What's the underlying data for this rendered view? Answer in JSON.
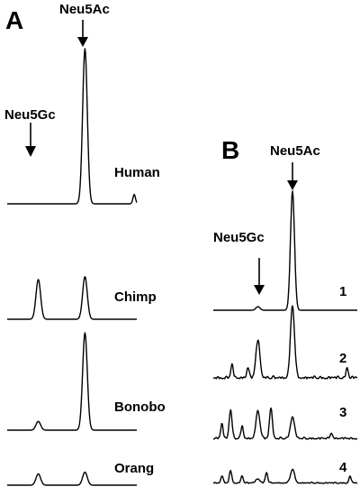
{
  "chart_data": [
    {
      "type": "line",
      "panel": "A",
      "annotations": [
        {
          "text": "Neu5Ac",
          "peak": "neu5ac"
        },
        {
          "text": "Neu5Gc",
          "peak": "neu5gc"
        }
      ],
      "peaks": {
        "neu5gc": 0.24,
        "neu5ac": 0.6
      },
      "series": [
        {
          "name": "Human",
          "baseline": 0.0,
          "neu5gc": 0.0,
          "neu5ac": 1.0,
          "extras": [
            {
              "x": 0.98,
              "h": 0.06,
              "w": 0.01
            }
          ]
        },
        {
          "name": "Chimp",
          "baseline": 0.0,
          "neu5gc": 0.42,
          "neu5ac": 0.45,
          "extras": []
        },
        {
          "name": "Bonobo",
          "baseline": 0.0,
          "neu5gc": 0.09,
          "neu5ac": 1.0,
          "extras": []
        },
        {
          "name": "Orang",
          "baseline": 0.0,
          "neu5gc": 0.25,
          "neu5ac": 0.29,
          "extras": []
        }
      ]
    },
    {
      "type": "line",
      "panel": "B",
      "annotations": [
        {
          "text": "Neu5Ac",
          "peak": "neu5ac"
        },
        {
          "text": "Neu5Gc",
          "peak": "neu5gc"
        }
      ],
      "peaks": {
        "neu5gc": 0.31,
        "neu5ac": 0.55
      },
      "series": [
        {
          "name": "1",
          "neu5gc": 0.03,
          "neu5ac": 1.0,
          "noise": 0.0,
          "extras": []
        },
        {
          "name": "2",
          "neu5gc": 0.52,
          "neu5ac": 1.0,
          "noise": 0.12,
          "extras": [
            {
              "x": 0.13,
              "h": 0.18,
              "w": 0.008
            },
            {
              "x": 0.24,
              "h": 0.15,
              "w": 0.008
            },
            {
              "x": 0.93,
              "h": 0.14,
              "w": 0.008
            }
          ]
        },
        {
          "name": "3",
          "neu5gc": 0.55,
          "neu5ac": 0.45,
          "noise": 0.12,
          "extras": [
            {
              "x": 0.06,
              "h": 0.3,
              "w": 0.008
            },
            {
              "x": 0.12,
              "h": 0.58,
              "w": 0.01
            },
            {
              "x": 0.2,
              "h": 0.25,
              "w": 0.008
            },
            {
              "x": 0.4,
              "h": 0.62,
              "w": 0.01
            },
            {
              "x": 0.82,
              "h": 0.12,
              "w": 0.008
            }
          ]
        },
        {
          "name": "4",
          "neu5gc": 0.12,
          "neu5ac": 0.38,
          "noise": 0.1,
          "extras": [
            {
              "x": 0.06,
              "h": 0.2,
              "w": 0.008
            },
            {
              "x": 0.12,
              "h": 0.35,
              "w": 0.008
            },
            {
              "x": 0.2,
              "h": 0.2,
              "w": 0.008
            },
            {
              "x": 0.37,
              "h": 0.3,
              "w": 0.008
            },
            {
              "x": 0.95,
              "h": 0.18,
              "w": 0.008
            }
          ]
        }
      ]
    }
  ]
}
